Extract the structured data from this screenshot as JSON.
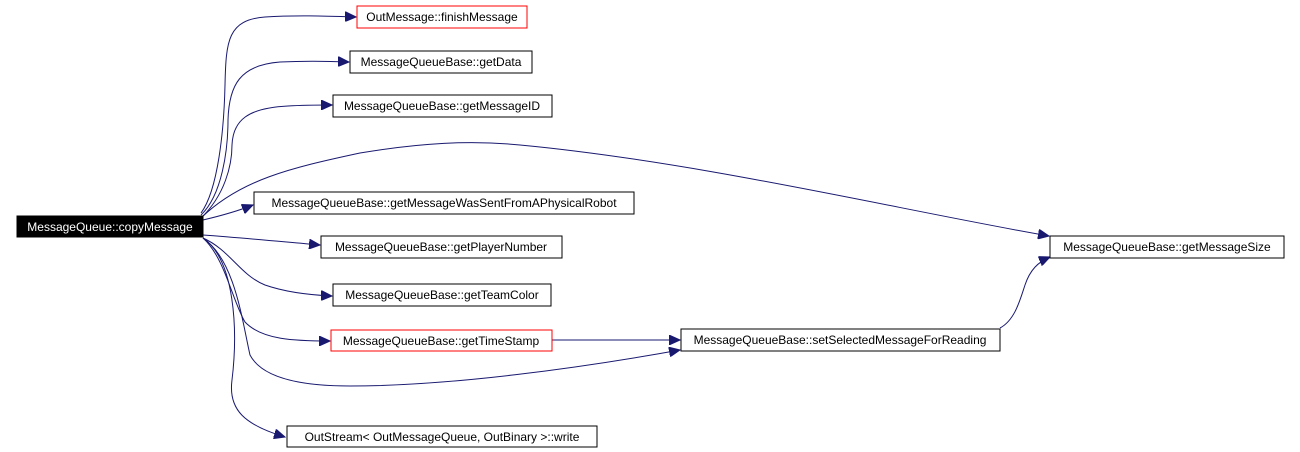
{
  "graph": {
    "colors": {
      "edge": "#191970",
      "red_border": "#ff0000",
      "root_fill": "#000000"
    },
    "nodes": [
      {
        "id": "copyMessage",
        "label": "MessageQueue::copyMessage",
        "style": "root"
      },
      {
        "id": "finishMessage",
        "label": "OutMessage::finishMessage",
        "style": "red"
      },
      {
        "id": "getData",
        "label": "MessageQueueBase::getData",
        "style": "normal"
      },
      {
        "id": "getMessageID",
        "label": "MessageQueueBase::getMessageID",
        "style": "normal"
      },
      {
        "id": "getMessageWasSent",
        "label": "MessageQueueBase::getMessageWasSentFromAPhysicalRobot",
        "style": "normal"
      },
      {
        "id": "getPlayerNumber",
        "label": "MessageQueueBase::getPlayerNumber",
        "style": "normal"
      },
      {
        "id": "getTeamColor",
        "label": "MessageQueueBase::getTeamColor",
        "style": "normal"
      },
      {
        "id": "getTimeStamp",
        "label": "MessageQueueBase::getTimeStamp",
        "style": "red"
      },
      {
        "id": "setSelected",
        "label": "MessageQueueBase::setSelectedMessageForReading",
        "style": "normal"
      },
      {
        "id": "getMessageSize",
        "label": "MessageQueueBase::getMessageSize",
        "style": "normal"
      },
      {
        "id": "write",
        "label": "OutStream< OutMessageQueue, OutBinary >::write",
        "style": "normal"
      }
    ],
    "edges": [
      {
        "from": "copyMessage",
        "to": "finishMessage"
      },
      {
        "from": "copyMessage",
        "to": "getData"
      },
      {
        "from": "copyMessage",
        "to": "getMessageID"
      },
      {
        "from": "copyMessage",
        "to": "getMessageSize"
      },
      {
        "from": "copyMessage",
        "to": "getMessageWasSent"
      },
      {
        "from": "copyMessage",
        "to": "getPlayerNumber"
      },
      {
        "from": "copyMessage",
        "to": "getTeamColor"
      },
      {
        "from": "copyMessage",
        "to": "getTimeStamp"
      },
      {
        "from": "copyMessage",
        "to": "setSelected"
      },
      {
        "from": "copyMessage",
        "to": "write"
      },
      {
        "from": "getTimeStamp",
        "to": "setSelected"
      },
      {
        "from": "setSelected",
        "to": "getMessageSize"
      }
    ]
  }
}
